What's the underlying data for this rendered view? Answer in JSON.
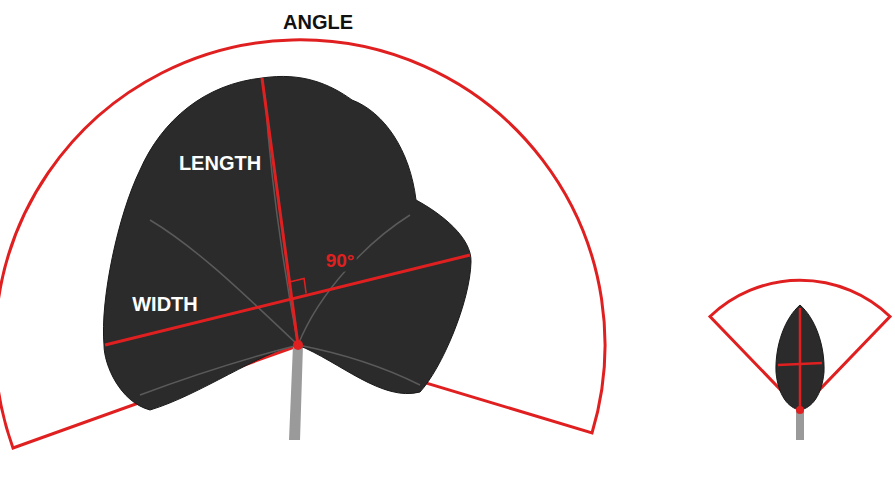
{
  "diagram": {
    "labels": [
      "ANGLE",
      "LENGTH",
      "90°",
      "WIDTH"
    ]
  }
}
